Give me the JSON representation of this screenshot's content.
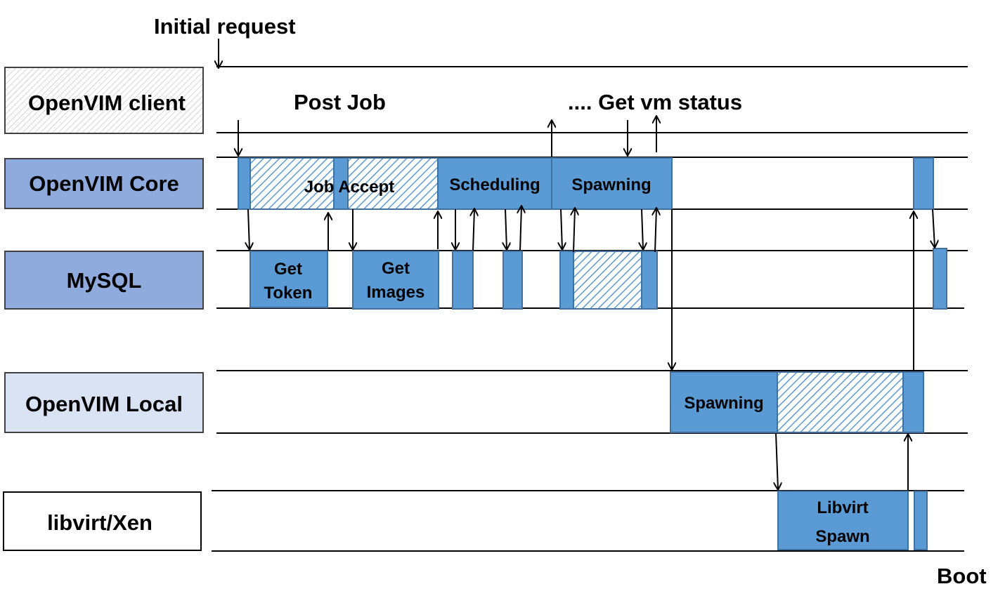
{
  "actors": [
    {
      "id": "client",
      "label": "OpenVIM client",
      "fill": "hatch-gray"
    },
    {
      "id": "core",
      "label": "OpenVIM Core",
      "fill": "#8faadc"
    },
    {
      "id": "mysql",
      "label": "MySQL",
      "fill": "#8faadc"
    },
    {
      "id": "local",
      "label": "OpenVIM Local",
      "fill": "#dae3f3"
    },
    {
      "id": "libvirt",
      "label": "libvirt/Xen",
      "fill": "#ffffff"
    }
  ],
  "annotations": {
    "initial_request": "Initial request",
    "post_job": "Post Job",
    "get_vm_status": ".... Get vm status",
    "boot": "Boot"
  },
  "blocks": {
    "job_accept": "Job Accept",
    "scheduling": "Scheduling",
    "core_spawning": "Spawning",
    "get_token_1": "Get",
    "get_token_2": "Token",
    "get_images_1": "Get",
    "get_images_2": "Images",
    "local_spawning": "Spawning",
    "libvirt_spawn_1": "Libvirt",
    "libvirt_spawn_2": "Spawn"
  },
  "colors": {
    "block_fill": "#5b9bd5",
    "block_stroke": "#41719c",
    "core_box": "#8faadc",
    "local_box": "#dae3f3"
  }
}
